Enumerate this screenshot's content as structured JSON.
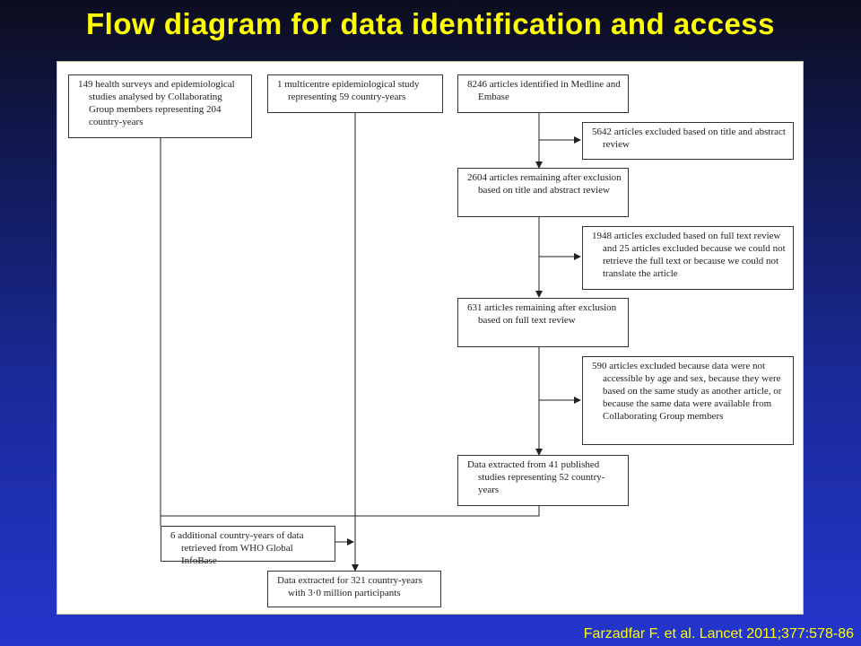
{
  "slide": {
    "title": "Flow diagram for data identification and access",
    "citation": "Farzadfar F. et al. Lancet 2011;377:578-86"
  },
  "diagram": {
    "health_surveys": "149 health surveys and epidemiological studies analysed by Collaborating Group members representing 204 country-years",
    "multicentre": "1 multicentre epidemiological study representing 59 country-years",
    "identified": "8246 articles identified in Medline and Embase",
    "excluded_title": "5642 articles excluded based on title and abstract review",
    "remaining_title": "2604 articles remaining after exclusion based on title and abstract review",
    "excluded_fulltext": "1948 articles excluded based on full text review and 25 articles excluded because we could not retrieve the full text or because we could not translate the article",
    "remaining_fulltext": "631 articles remaining after exclusion based on full text review",
    "excluded_access": "590 articles excluded because data were not accessible by age and sex, because they were based on the same study as another article, or because the same data were available from Collaborating Group members",
    "extracted_published": "Data extracted from 41 published studies representing 52 country-years",
    "who_infobase": "6 additional country-years of data retrieved from WHO Global InfoBase",
    "final": "Data extracted for 321 country-years with 3·0 million participants"
  }
}
